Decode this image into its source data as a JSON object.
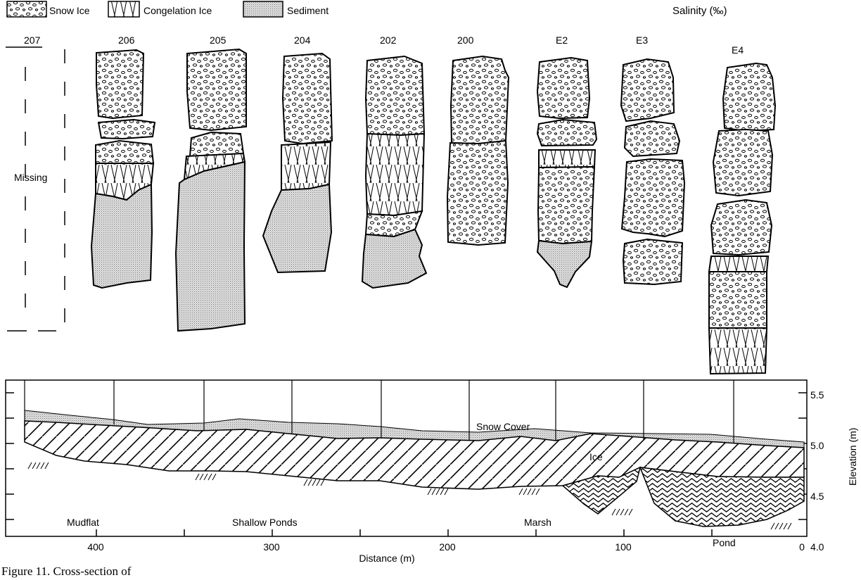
{
  "legend": {
    "snow_ice": "Snow Ice",
    "congelation_ice": "Congelation Ice",
    "sediment": "Sediment"
  },
  "salinity_label": "Salinity (‰)",
  "cores": {
    "c207": "207",
    "c206": "206",
    "c205": "205",
    "c204": "204",
    "c202": "202",
    "c200": "200",
    "cE2": "E2",
    "cE3": "E3",
    "cE4": "E4"
  },
  "missing_label": "Missing",
  "profile": {
    "snow_cover": "Snow Cover",
    "ice": "Ice",
    "zones": {
      "mudflat": "Mudflat",
      "shallow_ponds": "Shallow Ponds",
      "marsh": "Marsh",
      "pond": "Pond"
    },
    "x_axis_label": "Distance (m)",
    "x_ticks": [
      "400",
      "300",
      "200",
      "100",
      "0"
    ],
    "y_axis_label": "Elevation (m)",
    "y_ticks": [
      "5.5",
      "5.0",
      "4.5",
      "4.0"
    ]
  },
  "caption": "Figure 11. Cross-section of"
}
